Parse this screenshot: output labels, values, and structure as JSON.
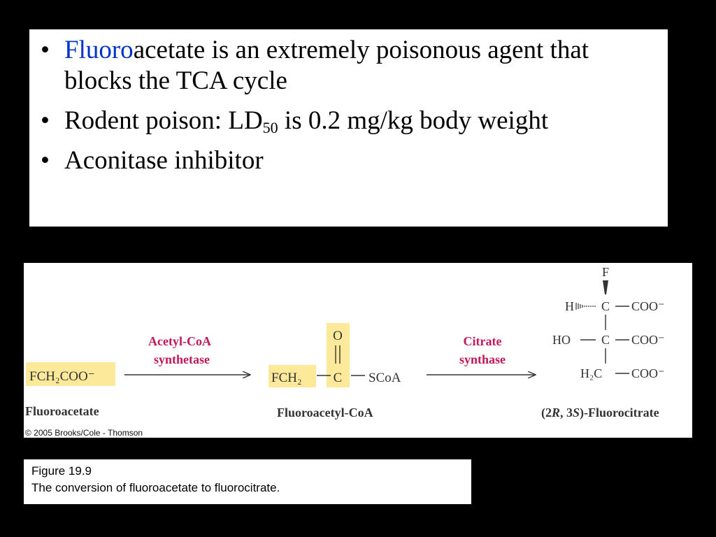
{
  "bullets": {
    "b1_accent": "Fluoro",
    "b1_rest": "acetate is an extremely poisonous agent that blocks the TCA cycle",
    "b2_pre": "Rodent poison: LD",
    "b2_sub": "50",
    "b2_post": " is 0.2 mg/kg body weight",
    "b3": "Aconitase inhibitor"
  },
  "figure": {
    "fluoroacetate_formula": "FCH₂COO⁻",
    "enzyme1_line1": "Acetyl-CoA",
    "enzyme1_line2": "synthetase",
    "fluoroacetyl_fch2": "FCH₂",
    "carbonyl_o": "O",
    "carbonyl_c": "C",
    "scoa": "SCoA",
    "enzyme2_line1": "Citrate",
    "enzyme2_line2": "synthase",
    "fc_f": "F",
    "fc_h": "H",
    "fc_c": "C",
    "fc_coo": "COO⁻",
    "fc_ho": "HO",
    "fc_h2c": "H₂C",
    "label_fluoroacetate": "Fluoroacetate",
    "label_fluoroacetylcoa": "Fluoroacetyl-CoA",
    "label_fluorocitrate_pre": "(2",
    "label_fluorocitrate_r": "R",
    "label_fluorocitrate_mid": ", 3",
    "label_fluorocitrate_s": "S",
    "label_fluorocitrate_post": ")-Fluorocitrate",
    "copyright": "© 2005 Brooks/Cole - Thomson",
    "enzyme_color": "#c2185b",
    "highlight_color": "#fde99a"
  },
  "caption": {
    "line1": "Figure 19.9",
    "line2": "The conversion of fluoroacetate to fluorocitrate."
  }
}
